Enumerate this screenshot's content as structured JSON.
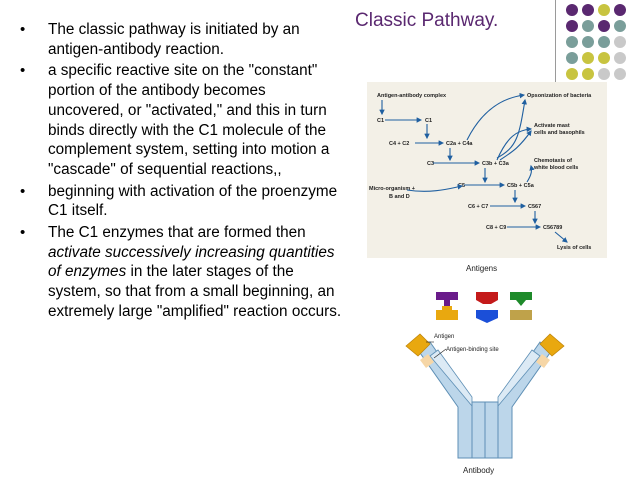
{
  "title": "Classic Pathway.",
  "bullets": [
    {
      "id": "b1",
      "parts": [
        {
          "t": "The classic pathway is initiated by an antigen-antibody reaction.",
          "i": false
        }
      ]
    },
    {
      "id": "b2",
      "parts": [
        {
          "t": "a specific reactive site on the \"constant\" portion of the antibody becomes uncovered, or \"activated,\" and this in turn binds directly with the C1 molecule of the complement system, setting into motion a \"cascade\" of sequential reactions,,",
          "i": false
        }
      ]
    },
    {
      "id": "b3",
      "parts": [
        {
          "t": "beginning with activation of the proenzyme C1 itself.",
          "i": false
        }
      ]
    },
    {
      "id": "b4",
      "parts": [
        {
          "t": "The C1 enzymes that are formed then ",
          "i": false
        },
        {
          "t": "activate successively increasing quantities of enzymes",
          "i": true
        },
        {
          "t": " in the later stages of the system, so that from a small beginning, an extremely large \"amplified\" reaction occurs.",
          "i": false
        }
      ]
    }
  ],
  "pathway_diagram": {
    "complex_label": "Antigen-antibody complex",
    "c1_left": "C1",
    "c1_right": "C1",
    "c4c2": "C4 + C2",
    "c2a": "C2a + C4a",
    "c3": "C3",
    "c3b": "C3b + C3a",
    "c5": "C5",
    "c5b": "C5b + C5a",
    "micro": "Micro-organism +",
    "micro_sub": "B and D",
    "c6c7": "C6 + C7",
    "c567": "C567",
    "c8c9": "C8 + C9",
    "c56789": "C56789",
    "opsonization": "Opsonization of bacteria",
    "activate1": "Activate mast",
    "activate2": "cells and basophils",
    "chemotaxis1": "Chemotaxis of",
    "chemotaxis2": "white blood cells",
    "lysis": "Lysis of cells"
  },
  "antibody_diagram": {
    "antigens_label": "Antigens",
    "antigen_label": "Antigen",
    "binding_site_label": "Antigen-binding site",
    "antibody_label": "Antibody"
  },
  "colors": {
    "purple": "#5a2870",
    "teal": "#7a9e9a",
    "olive": "#c8c440",
    "lightgray": "#c9c9c9",
    "arrow_blue": "#1f5fa0",
    "diagram_bg": "#f3f0e7"
  }
}
